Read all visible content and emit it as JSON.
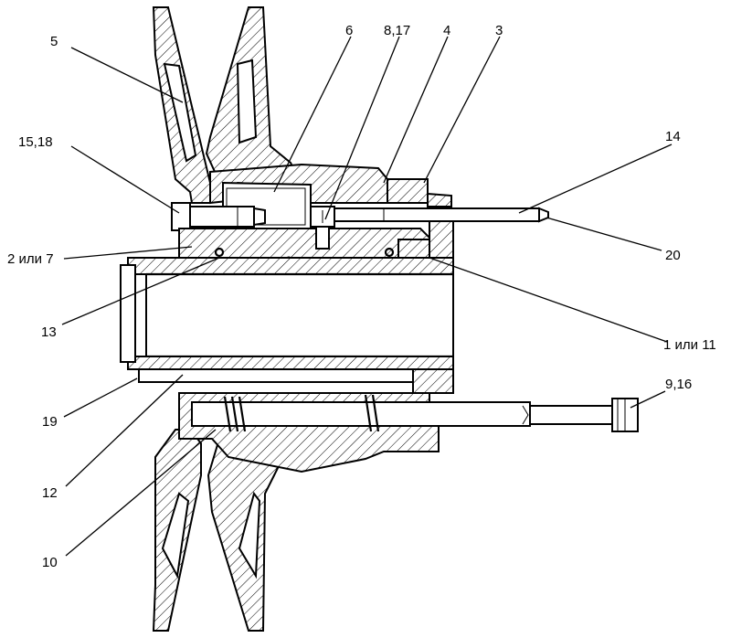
{
  "diagram": {
    "callouts": [
      {
        "id": "c5",
        "text": "5"
      },
      {
        "id": "c6",
        "text": "6"
      },
      {
        "id": "c817",
        "text": "8,17"
      },
      {
        "id": "c4",
        "text": "4"
      },
      {
        "id": "c3",
        "text": "3"
      },
      {
        "id": "c14",
        "text": "14"
      },
      {
        "id": "c1518",
        "text": "15,18"
      },
      {
        "id": "c20",
        "text": "20"
      },
      {
        "id": "c27",
        "text": "2 или 7"
      },
      {
        "id": "c13",
        "text": "13"
      },
      {
        "id": "c111",
        "text": "1 или 11"
      },
      {
        "id": "c916",
        "text": "9,16"
      },
      {
        "id": "c19",
        "text": "19"
      },
      {
        "id": "c12",
        "text": "12"
      },
      {
        "id": "c10",
        "text": "10"
      }
    ],
    "colors": {
      "line": "#000000",
      "background": "#ffffff"
    }
  }
}
